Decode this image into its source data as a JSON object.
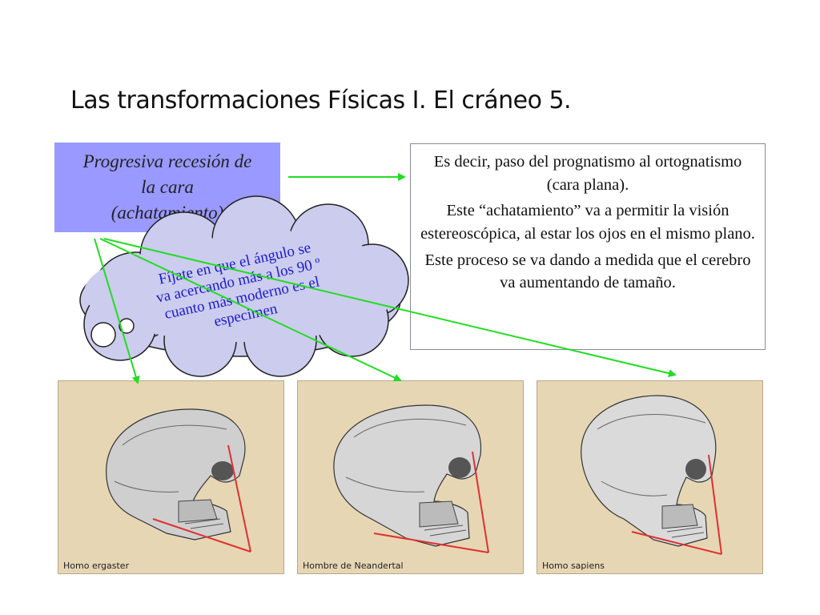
{
  "slide": {
    "title": "Las transformaciones Físicas I. El cráneo 5.",
    "box_left": {
      "line1": "Progresiva recesión de",
      "line2": "la cara",
      "line3": "(achatamiento)"
    },
    "box_right": {
      "p1": "Es decir, paso del prognatismo al ortognatismo (cara plana).",
      "p2": "Este “achatamiento” va a permitir la visión estereoscópica, al estar los ojos en el mismo plano.",
      "p3": "Este proceso se va dando a medida que el cerebro va aumentando de tamaño."
    },
    "cloud": {
      "line1": "Fíjate en que el ángulo se",
      "line2": "va acercando más a los 90 º",
      "line3": "cuanto más moderno es el",
      "line4": "especimen"
    },
    "panels": [
      {
        "caption": "Homo ergaster"
      },
      {
        "caption": "Hombre de Neandertal"
      },
      {
        "caption": "Homo sapiens"
      }
    ]
  },
  "colors": {
    "box_fill": "#9999ff",
    "cloud_fill": "#ccccee",
    "cloud_text": "#1a1ad0",
    "arrow": "#22dd22",
    "angle_line": "#e03030",
    "panel_bg": "#e6d6b4"
  }
}
